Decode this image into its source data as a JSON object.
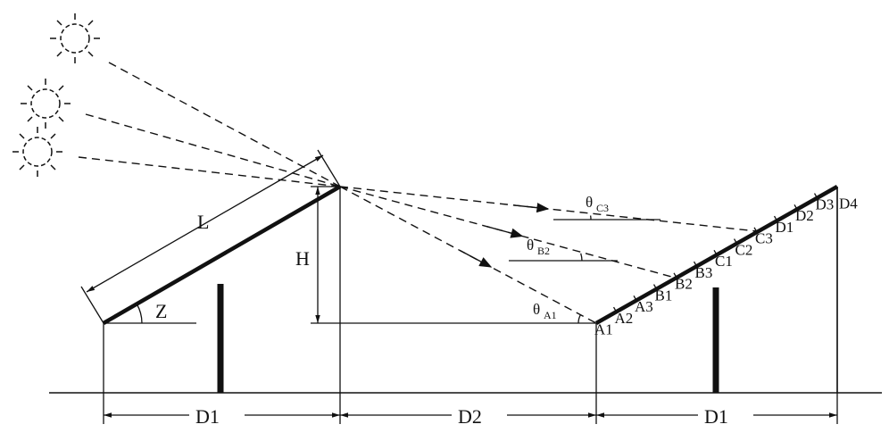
{
  "labels": {
    "L": "L",
    "H": "H",
    "Z": "Z",
    "D1_left": "D1",
    "D2": "D2",
    "D1_right": "D1",
    "theta": "θ",
    "theta_A1_sub": "A1",
    "theta_B2_sub": "B2",
    "theta_C3_sub": "C3"
  },
  "panel_points": [
    "A1",
    "A2",
    "A3",
    "B1",
    "B2",
    "B3",
    "C1",
    "C2",
    "C3",
    "D1",
    "D2",
    "D3",
    "D4"
  ]
}
